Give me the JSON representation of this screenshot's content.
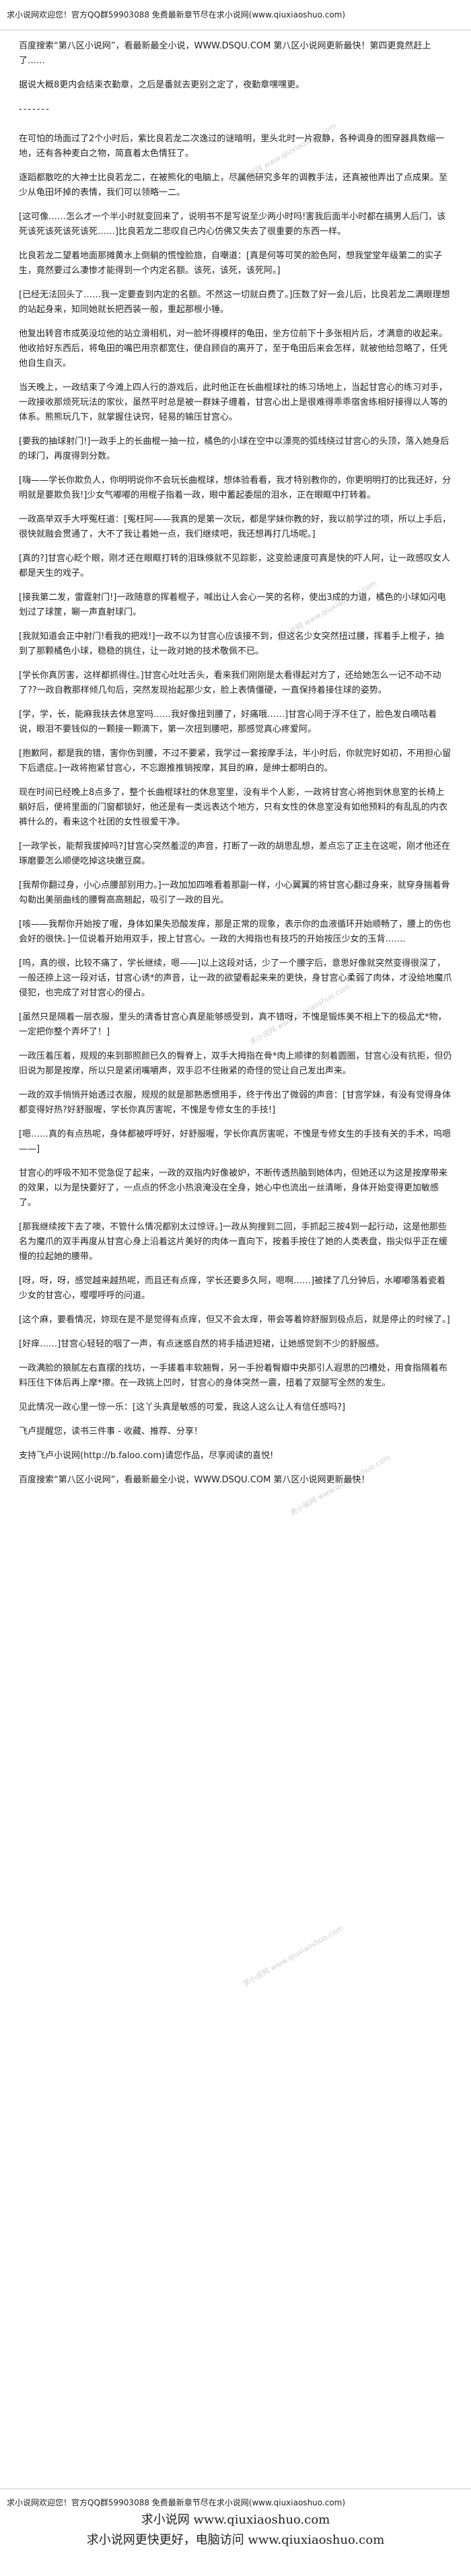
{
  "banner": {
    "text": "求小说网欢迎您！官方QQ群59903088 免费最新章节尽在求小说网(www.qiuxiaoshuo.com)"
  },
  "watermark": "求小说网 www.qiuxiaoshuo.com",
  "article": {
    "intro": "百度搜索“第八区小说网”，看最新最全小说，WWW.DSQU.COM 第八区小说网更新最快！第四更竟然赶上了……",
    "note": "据说大概8更内会结束衣勤章，之后是番就去更别之定了，夜勤章嘿嘿更。",
    "separator": "-------",
    "paragraphs": [
      "在可怕的场面过了2个小时后，紫比良若龙二次逸过的谜暗明，里头北时一片寂静，各种调身的图穿器具数缩一地，还有各种麦白之物，简直着太色情狂了。",
      "逐蹈都散吃的大神士比良若龙二，在被熊化的电脑上，尽属他研究多年的调教手法，还真被他弄出了点成果。至少从龟田坏掉的表情，我们可以领略一二。",
      "[这可像……怎么才一个半小时就变回来了，说明书不是写说至少两小时吗!害我后面半小时都在搞男人后门，该死该死该死该死该死……]比良若龙二悲叹自己内心仿佛又失去了很重要的东西一样。",
      "比良若龙二望着地面那摊黄水上倒躺的慌惶脸旅，自嘲道：[真是何等可笑的脸色阿，想我堂堂年级第二的实子生，竟然要过么凄惨才能得到一个内定名额。该死，该死，该死阿。]",
      "[已经无法回头了……我一定要查到内定的名额。不然这一切就白费了。]压数了好一会儿后，比良若龙二满眼理想的站起身来，知同她就长把西装一般，重起那根小锤。",
      "他复出转音市成英没垃他的站立滑相机，对一脸坏得模样的龟田，坐方位前下十多张相片后，才满意的收起来。他收拾好东西后，将龟田的嘴巴用京都宽住，便自顾自的离开了，至于龟田后来会怎样，就被他给忽略了，任凭他自生自灭。",
      "当天晚上，一政结束了今滩上四人行的游戏后，此时他正在长曲棍球社的练习场地上，当起甘宫心的练习对手，一政接收那烦死玩法的家伙，虽然平时总是被一群妹子缠着，甘宫心出上是很难得乖乖宿舍练相好接得以人等的体系。熊熊玩几下，就掌握住诀窍，轻易的输压甘宫心。",
      "[要我的抽球射门!]一政手上的长曲棍一抽一拉，橘色的小球在空中以漂亮的弧线绕过甘宫心的头顶，落入她身后的球门，再度得到分数。",
      "[嗨——学长你欺负人，你明明说你不会玩长曲棍球，想体验看看，我才特别教你的，你更明明打的比我还好，分明就是要欺负我!]少女气嘟嘟的用棍子指着一政，眼中蓄起委屈的泪水，正在眼眶中打转着。",
      "一政高举双手大呼冤枉道：[冤枉阿——我真的是第一次玩，都是学妹你教的好，我以前学过的项，所以上手后，很快就融会贯通了，大不了我让着她一点，我们继续吧，我还想再打几场呢。]",
      "[真的?]甘宫心眨个眼，刚才还在眼眶打转的泪珠倏就不见踪影，这变脸速度可真是快的吓人阿，让一政感叹女人都是天生的戏子。",
      "[接我第二发，雷霆射门!]一政随意的挥着棍子，喊出让人会心一笑的名称，使出3成的力道，橘色的小球如闪电划过了球筐，唰一声直射球门。",
      "[我就知道会正中射门!看我的把戏!]一政不以为甘宫心应该接不到，但这名少女突然扭过腰，挥着手上棍子，抽到了那颗橘色小球，稳稳的挑住，让一政对她的技术敬佩不已。",
      "[学长你真厉害，这样都抓得住。]甘宫心吐吐舌头，看来我们刚刚是太看得起对方了，还给她怎么一记不动不动了??一政自教那样倾几句后，突然发现抬起那少女，脸上表情僵硬，一直保持着接住球的姿势。",
      "[学，学，长，能麻我扶去休息室吗……我好像扭到腰了，好痛哦……]甘宫心同于浮不住了，脸色发白嘀咕着说，眼泪不要钱似的一颗接一颗滴下，第一次扭到腰吧，那感觉真心疼爱阿。",
      "[抱歉阿，都是我的错，害你伤到腰，不过不要紧，我学过一套按摩手法，半小时后，你就完好如初，不用担心留下后遗症。]一政将抱紧甘宫心，不忘跟推推销按摩，其目的麻，是绅士都明白的。",
      "现在时间已经晚上8点多了，整个长曲棍球社的休息室里，没有半个人影，一政将甘宫心将抱到休息室的长椅上躺好后，便将里面的门窗都锁好，他还是有一类远表达个地方，只有女性的休息室没有如他预料的有乱乱的内衣裤什么的，看来这个社团的女性很爱干净。",
      "[一政学长，能帮我拔掉吗?]甘宫心突然羞涩的声音，打断了一政的胡思乱想，差点忘了正主在这呢，刚才他还在琢磨要怎么顺便吃掉这块嫩豆腐。",
      "[我帮你翻过身，小心点腰部别用力。]一政加加四唯看着那副一样，小心翼翼的将甘宫心翻过身来，就穿身揣着骨勾勒出美丽曲线的腰臀高高翘起，吸引了一政的目光。",
      "[咳——我帮你开始按了喔，身体如果失恐酸发痒，那是正常的现象，表示你的血液循环开始顺畅了，腰上的伤也会好的很快。]一位说着开始用双手，按上甘宫心。一政的大拇指也有技巧的开始按压少女的玉背.……",
      "[呜，真的很，比较不痛了，学长继续，嗯——]以上这段对话，少了一个腰字后，意思好像就突然变得很深了，一般还捺上这一段对话，甘宫心诱*的声音，让一政的欲望看起来来的更快，身甘宫心柔弱了肉体，才没给地魔爪侵犯，也完成了对甘宫心的侵占。",
      "[虽然只是隔着一层衣服，里头的清香甘宫心真是能够感受到，真不错呀，不愧是锻炼美不相上下的极品尤*物，一定把你整个弄坏了！]",
      "一政压着压着，规规的来到那照颜已久的臀脊上，双手大拇指在骨*肉上顺律的刻着圆圈，甘宫心没有抗拒，但仍旧说为那是按摩，所以只是紧闭嘴嚼声，双手忍不住揪紧的奇怪的觉让自己发出声来。",
      "一政的双手悄悄开始透过衣服，规规的就是那熟悉惯用手，终于传出了微弱的声音：[甘宫学妹，有没有觉得身体都变得好热?好舒服喔，学长你真厉害呢，不愧是专修女生的手技!]",
      "[嗯……真的有点热呢，身体都被呼呼好，好舒服喔，学长你真厉害呢，不愧是专修女生的手技有关的手术，呜嗯——]",
      "甘宫心的呼吸不知不觉急促了起来，一政的双指内好像被炉，不断传透热脑到她体内，但她还以为这是按摩带来的效果，以为是快要好了，一点点的怀念小热浪淹没在全身，她心中也流出一丝清晰，身体开始变得更加敏感了。",
      "[那我继续按下去了噢，不管什么情况都别太过惊讶。]一政从狗搜到二回，手抓起三按4到一起行动，这是他那些名为魔爪的双手再度从甘宫心身上沿着这片美好的肉体一直向下，按着手按住了她的人类表盘，指尖似乎正在缓慢的拉起她的腰带。",
      "[呀，呀，呀，感觉越来越热呢，而且还有点痒，学长还要多久阿，嗯啊……]被揉了几分钟后，水嘟嘟落着瓷着少女的甘宫心，嘤嘤呼呼的问道。",
      "[这个麻，要看情况，妳现在是不是觉得有点痒，但又不会太痒，带会等着妳舒服到极点后，就是停止的时候了。]",
      "[好痒……]甘宫心轻轻的咽了一声，有点迷惑自然的将手插进短裙，让她感觉到不少的舒服感。",
      "一政满脸的狼腻左右直摆的找坊，一手搓着丰软翘臀，另一手扮着臀瓣中央那引人遐思的凹槽处，用食指隔着布料压住下体后再上摩*擦。在一政挑上凹时，甘宫心的身体突然一震，扭着了双腿写全然的发生。",
      "见此情况一政心里一惊一乐：[这丫头真是敏感的可爱，我这人这么让人有信任感吗?]",
      "飞卢提醒您，读书三件事 - 收藏、推荐、分享！",
      "支持飞卢小说网(http://b.faloo.com)请您作品，尽享阅读的喜悦!"
    ],
    "closing": "百度搜索“第八区小说网”，看最新最全小说，WWW.DSQU.COM 第八区小说网更新最快！"
  },
  "footer": {
    "line1": "求小说网欢迎您！官方QQ群59903088 免费最新章节尽在求小说网(www.qiuxiaoshuo.com)",
    "line2": "求小说网 www.qiuxiaoshuo.com",
    "line3": "求小说网更快更好，电脑访问 www.qiuxiaoshuo.com"
  }
}
